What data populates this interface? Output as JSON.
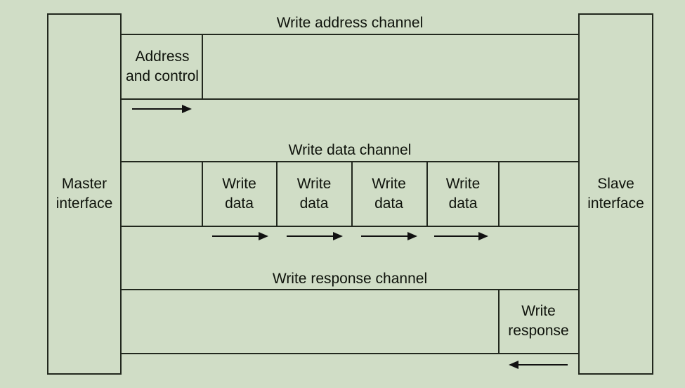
{
  "colors": {
    "background": "#d0ddc6",
    "border": "#22281e",
    "text": "#0f130c",
    "arrow": "#111111"
  },
  "master_interface": {
    "line1": "Master",
    "line2": "interface"
  },
  "slave_interface": {
    "line1": "Slave",
    "line2": "interface"
  },
  "write_address_channel": {
    "label": "Write address channel",
    "payload": {
      "line1": "Address",
      "line2": "and control"
    },
    "direction": "master-to-slave"
  },
  "write_data_channel": {
    "label": "Write data channel",
    "payloads": [
      {
        "line1": "Write",
        "line2": "data"
      },
      {
        "line1": "Write",
        "line2": "data"
      },
      {
        "line1": "Write",
        "line2": "data"
      },
      {
        "line1": "Write",
        "line2": "data"
      }
    ],
    "direction": "master-to-slave"
  },
  "write_response_channel": {
    "label": "Write response channel",
    "payload": {
      "line1": "Write",
      "line2": "response"
    },
    "direction": "slave-to-master"
  }
}
